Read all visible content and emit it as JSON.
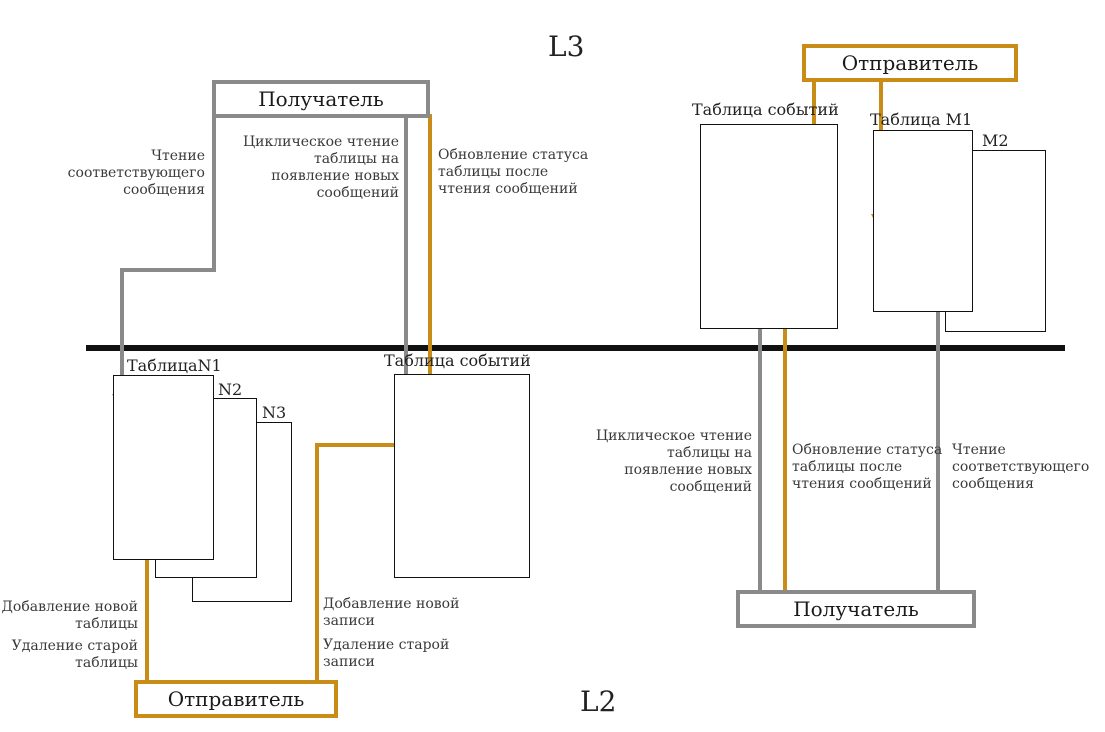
{
  "layers": {
    "top": "L3",
    "bottom": "L2"
  },
  "colors": {
    "gray": "#8a8a8a",
    "gold": "#c98d17",
    "divider": "#111111"
  },
  "left_top": {
    "receiver": "Получатель",
    "read_note": [
      "Чтение",
      "соответствующего",
      "сообщения"
    ],
    "cyclic_note": [
      "Циклическое чтение",
      "таблицы на",
      "появление новых",
      "сообщений"
    ],
    "update_note": [
      "Обновление статуса",
      "таблицы после",
      "чтения сообщений"
    ]
  },
  "left_bottom": {
    "table_n1": "ТаблицаN1",
    "table_n2": "N2",
    "table_n3": "N3",
    "events_table": "Таблица событий",
    "sender": "Отправитель",
    "add_table_note": [
      "Добавление новой",
      "таблицы"
    ],
    "del_table_note": [
      "Удаление старой",
      "таблицы"
    ],
    "add_record_note": [
      "Добавление новой",
      "записи"
    ],
    "del_record_note": [
      "Удаление старой",
      "записи"
    ]
  },
  "right_top": {
    "sender": "Отправитель",
    "events_table": "Таблица событий",
    "table_m1": "Таблица M1",
    "table_m2": "M2"
  },
  "right_bottom": {
    "receiver": "Получатель",
    "cyclic_note": [
      "Циклическое чтение",
      "таблицы на",
      "появление новых",
      "сообщений"
    ],
    "update_note": [
      "Обновление статуса",
      "таблицы после",
      "чтения сообщений"
    ],
    "read_note": [
      "Чтение",
      "соответствующего",
      "сообщения"
    ]
  }
}
